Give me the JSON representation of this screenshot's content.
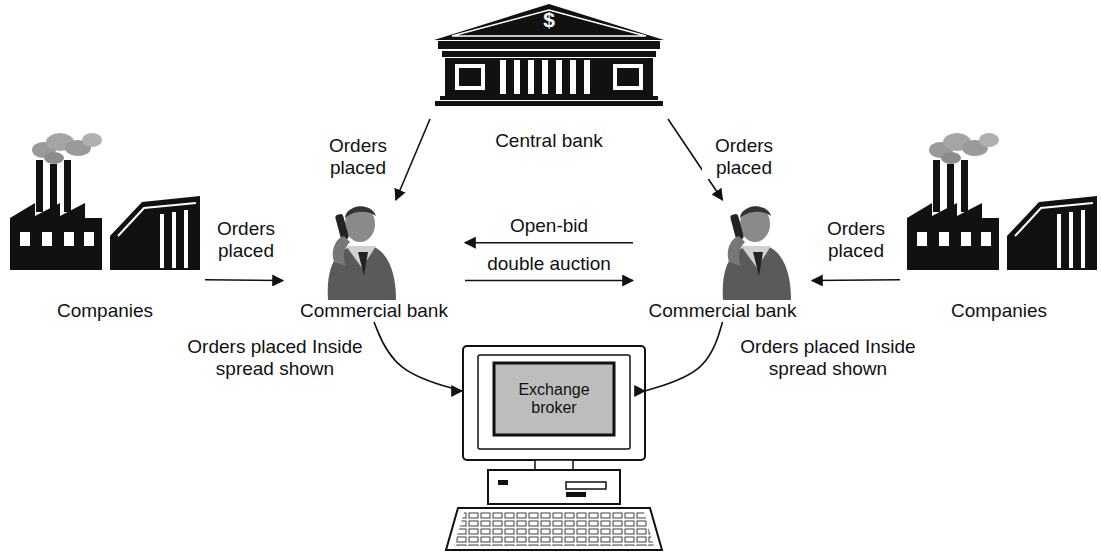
{
  "diagram": {
    "nodes": [
      {
        "text": [
          "$",
          "Central bank"
        ]
      },
      {
        "text": [
          "Companies"
        ]
      },
      {
        "text": [
          "Commercial bank"
        ]
      },
      {
        "text": [
          "Commercial bank"
        ]
      },
      {
        "text": [
          "Companies"
        ]
      },
      {
        "text": [
          "Exchange broker"
        ]
      }
    ],
    "edges": [
      {
        "from": 0,
        "to": 2,
        "label": "Orders placed",
        "arrow": "to"
      },
      {
        "from": 0,
        "to": 3,
        "label": "Orders placed",
        "arrow": "to"
      },
      {
        "from": 1,
        "to": 2,
        "label": "Orders placed",
        "arrow": "to"
      },
      {
        "from": 4,
        "to": 3,
        "label": "Orders placed",
        "arrow": "to"
      },
      {
        "from": 3,
        "to": 2,
        "label": "Open-bid",
        "arrow": "to"
      },
      {
        "from": 2,
        "to": 3,
        "label": "double auction",
        "arrow": "to"
      },
      {
        "from": 2,
        "to": 5,
        "label": "Orders placed Inside spread shown",
        "arrow": "to"
      },
      {
        "from": 3,
        "to": 5,
        "label": "Orders placed Inside spread shown",
        "arrow": "to"
      }
    ]
  }
}
